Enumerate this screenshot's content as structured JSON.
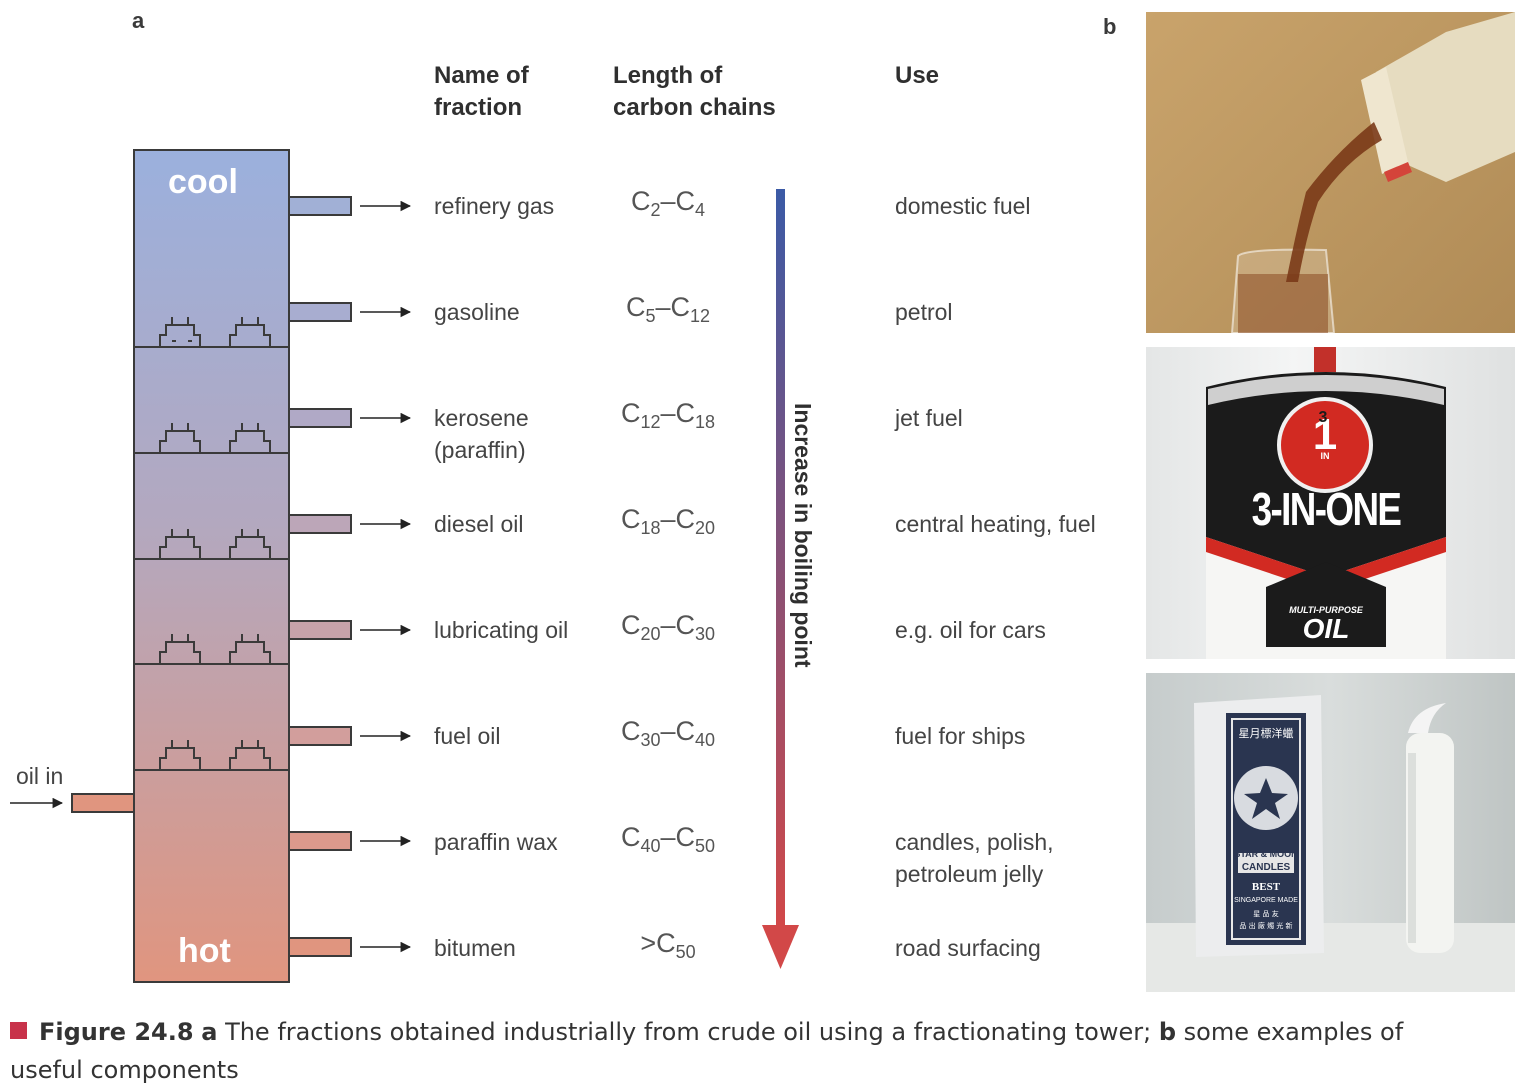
{
  "panel_a_label": "a",
  "panel_b_label": "b",
  "headers": {
    "name": [
      "Name of",
      "fraction"
    ],
    "length": [
      "Length of",
      "carbon chains"
    ],
    "use": "Use"
  },
  "tower": {
    "top_label": "cool",
    "bottom_label": "hot",
    "inlet_label": "oil in"
  },
  "boiling_axis_label": "Increase in boiling point",
  "fractions": [
    {
      "name": "refinery gas",
      "name2": "",
      "chain_a": "2",
      "chain_b": "4",
      "chain_prefix": "C",
      "gt": false,
      "use": "domestic fuel",
      "use2": ""
    },
    {
      "name": "gasoline",
      "name2": "",
      "chain_a": "5",
      "chain_b": "12",
      "gt": false,
      "use": "petrol",
      "use2": ""
    },
    {
      "name": "kerosene",
      "name2": "(paraffin)",
      "chain_a": "12",
      "chain_b": "18",
      "gt": false,
      "use": "jet fuel",
      "use2": ""
    },
    {
      "name": "diesel oil",
      "name2": "",
      "chain_a": "18",
      "chain_b": "20",
      "gt": false,
      "use": "central heating, fuel",
      "use2": ""
    },
    {
      "name": "lubricating oil",
      "name2": "",
      "chain_a": "20",
      "chain_b": "30",
      "gt": false,
      "use": "e.g. oil for cars",
      "use2": ""
    },
    {
      "name": "fuel oil",
      "name2": "",
      "chain_a": "30",
      "chain_b": "40",
      "gt": false,
      "use": "fuel for ships",
      "use2": ""
    },
    {
      "name": "paraffin wax",
      "name2": "",
      "chain_a": "40",
      "chain_b": "50",
      "gt": false,
      "use": "candles, polish,",
      "use2": "petroleum jelly"
    },
    {
      "name": "bitumen",
      "name2": "",
      "chain_a": "50",
      "chain_b": "",
      "gt": true,
      "use": "road surfacing",
      "use2": ""
    }
  ],
  "photos": {
    "can": {
      "brand": "3-IN-ONE",
      "badge_top": "3",
      "badge_small": "IN",
      "badge_num": "1",
      "sub_label": "MULTI-PURPOSE",
      "oil_label": "OIL"
    },
    "candles": {
      "box_chinese_top": "星月標洋蠟",
      "line1": "STAR & MOON",
      "line2": "CANDLES",
      "line3": "BEST",
      "line4": "SINGAPORE MADE",
      "chinese_bottom1": "星 品 友",
      "chinese_bottom2": "品 出 廠 燭 光 新"
    }
  },
  "caption": {
    "fig": "Figure 24.8",
    "a": "a",
    "text_a": "The fractions obtained industrially from crude oil using a fractionating tower;",
    "b": "b",
    "text_b": "some examples of",
    "line2": "useful components"
  },
  "colors": {
    "cool": "#9bb0dd",
    "hot": "#e0957f",
    "arrow_top": "#3b5aa6",
    "arrow_bottom": "#d24848",
    "accent": "#c8324a"
  }
}
